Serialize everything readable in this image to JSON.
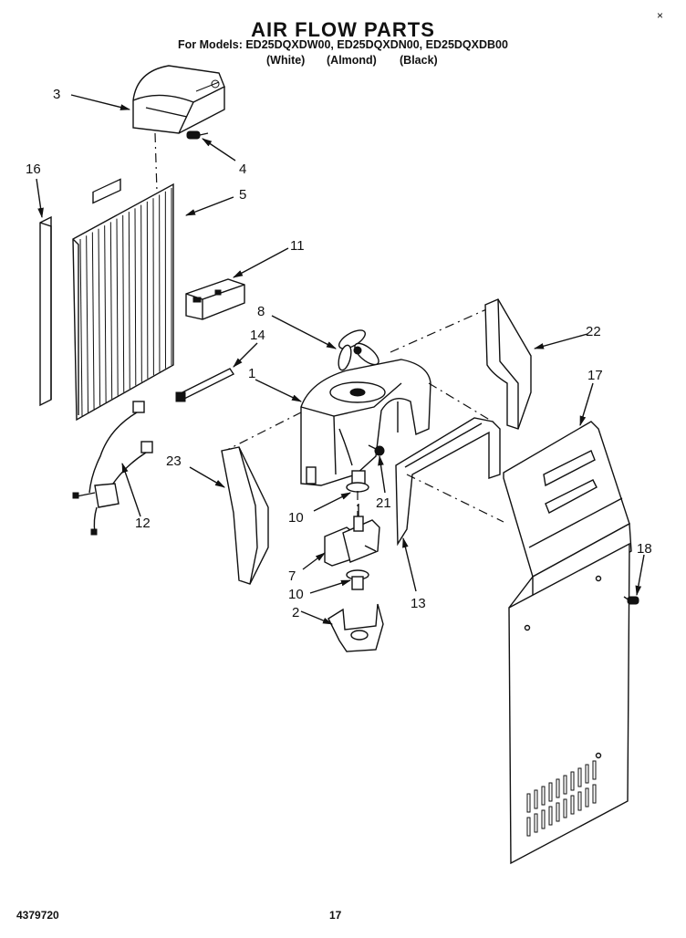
{
  "header": {
    "title": "AIR FLOW PARTS",
    "models": "For Models: ED25DQXDW00, ED25DQXDN00, ED25DQXDB00",
    "variants": [
      "(White)",
      "(Almond)",
      "(Black)"
    ]
  },
  "corner_mark": "×",
  "footer": {
    "doc_number": "4379720",
    "page_number": "17"
  },
  "callouts": [
    "1",
    "2",
    "3",
    "4",
    "5",
    "7",
    "8",
    "10",
    "10",
    "11",
    "12",
    "13",
    "14",
    "16",
    "17",
    "18",
    "21",
    "22",
    "23"
  ]
}
